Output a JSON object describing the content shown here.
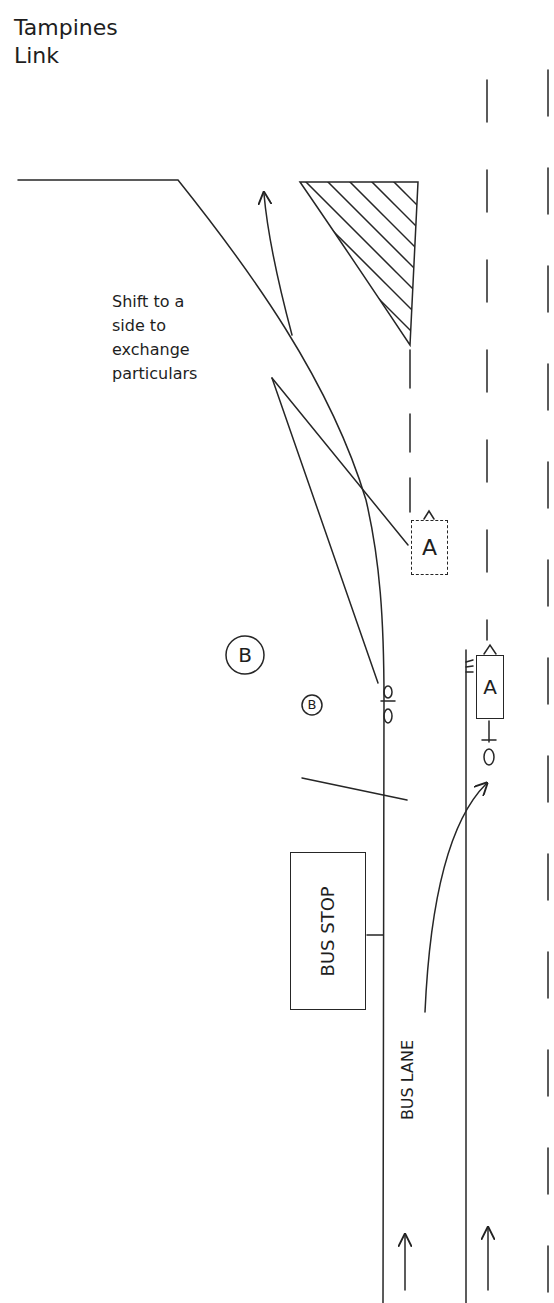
{
  "diagram": {
    "nodes": [
      {
        "text": [
          "A"
        ]
      },
      {
        "text": [
          "B"
        ]
      },
      {
        "text": [
          "A"
        ]
      },
      {
        "text": [
          "B"
        ]
      },
      {
        "text": [
          "BUS STOP"
        ]
      }
    ],
    "labels": [
      "Tampines Link",
      "Shift to a side to exchange particulars",
      "BUS LANE"
    ]
  }
}
